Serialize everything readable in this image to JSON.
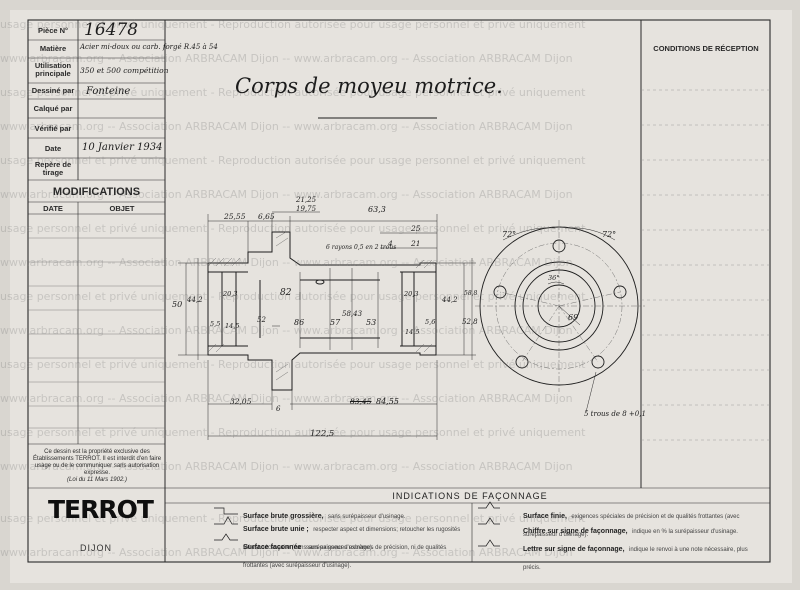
{
  "title_block": {
    "labels": {
      "piece": "Pièce N°",
      "matiere": "Matière",
      "utilisation": "Utilisation principale",
      "dessine": "Dessiné par",
      "calque": "Calqué par",
      "verifie": "Vérifié par",
      "date": "Date",
      "repere": "Repère de tirage"
    },
    "values": {
      "piece": "16478",
      "matiere": "Acier mi-doux ou carb. forgé R.45 à 54",
      "utilisation": "350 et 500 compétition",
      "dessine": "Fonteine",
      "date": "10 Janvier 1934"
    }
  },
  "modifications": {
    "title": "MODIFICATIONS",
    "col_date": "DATE",
    "col_objet": "OBJET"
  },
  "notice": {
    "text": "Ce dessin est la propriété exclusive des Établissements TERROT. Il est interdit d'en faire usage ou de le communiquer sans autorisation expresse.",
    "law": "(Loi du 11 Mars 1902.)"
  },
  "brand": {
    "logo": "TERROT",
    "city": "DIJON"
  },
  "drawing": {
    "title": "Corps de moyeu motrice."
  },
  "conditions": {
    "title": "CONDITIONS DE RÉCEPTION"
  },
  "dimensions": {
    "d1": "25,55",
    "d2": "6,65",
    "d3": "21,25",
    "d3b": "19,75",
    "d4": "63,3",
    "d5": "25",
    "d6": "21",
    "d7": "4",
    "d8": "6 rayons 0,5 en 2 trous",
    "d9": "50",
    "d10": "44,2",
    "d11": "82",
    "d12": "20,3",
    "d13": "20,3",
    "d14": "14,5",
    "d15": "5,5",
    "d16": "52",
    "d17": "86",
    "d18": "57",
    "d19": "58,43",
    "d20": "53",
    "d21": "14,5",
    "d22": "5,6",
    "d23": "44,2",
    "d24": "52,8",
    "d25": "58,8",
    "d26": "32,05",
    "d27": "6",
    "d28": "83,45",
    "d29": "84,55",
    "d30": "122,5",
    "a1": "72°",
    "a2": "72°",
    "a3": "36°",
    "r1": "69",
    "holes": "5 trous de 8 +0,1"
  },
  "legend": {
    "title": "INDICATIONS DE FAÇONNAGE",
    "items": [
      {
        "name": "Surface brute grossière,",
        "desc": "sans surépaisseur d'usinage."
      },
      {
        "name": "Surface brute unie ;",
        "desc": "respecter aspect et dimensions; retoucher les rugosités s'il est nécessaire (sans surépaisseur d'usinage)."
      },
      {
        "name": "Surface façonnée",
        "desc": "sans exigences extrêmes de précision, ni de qualités frottantes (avec surépaisseur d'usinage)."
      },
      {
        "name": "Surface finie,",
        "desc": "exigences spéciales de précision et de qualités frottantes (avec surépaisseur d'usinage)."
      },
      {
        "name": "Chiffre sur signe de façonnage,",
        "desc": "indique en % la surépaisseur d'usinage."
      },
      {
        "name": "Lettre sur signe de façonnage,",
        "desc": "indique le renvoi à une note nécessaire, plus précis."
      }
    ]
  },
  "watermark": {
    "line1": "usage personnel et privé uniquement - Reproduction autorisée pour usage personnel et privé uniquement",
    "line2": "www.arbracam.org -- Association ARBRACAM Dijon -- www.arbracam.org -- Association ARBRACAM Dijon"
  },
  "colors": {
    "paper": "#e6e3de",
    "ink": "#2a2a2a",
    "frame": "#d9d6d0"
  }
}
